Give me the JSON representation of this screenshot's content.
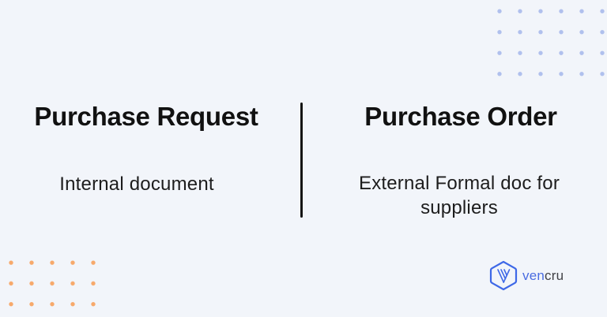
{
  "comparison": {
    "left": {
      "title": "Purchase Request",
      "description": "Internal document"
    },
    "right": {
      "title": "Purchase Order",
      "description": "External Formal doc for suppliers"
    }
  },
  "logo": {
    "text_primary": "ven",
    "text_secondary": "cru"
  },
  "colors": {
    "background": "#f2f5fa",
    "title": "#111111",
    "description": "#1d1d1d",
    "divider": "#141414",
    "dots_top_right": "#b0c0ed",
    "dots_bottom_left": "#f7a96b",
    "logo_icon": "#3e68e7",
    "logo_text_primary": "#4a6ce1",
    "logo_text_secondary": "#414146"
  }
}
